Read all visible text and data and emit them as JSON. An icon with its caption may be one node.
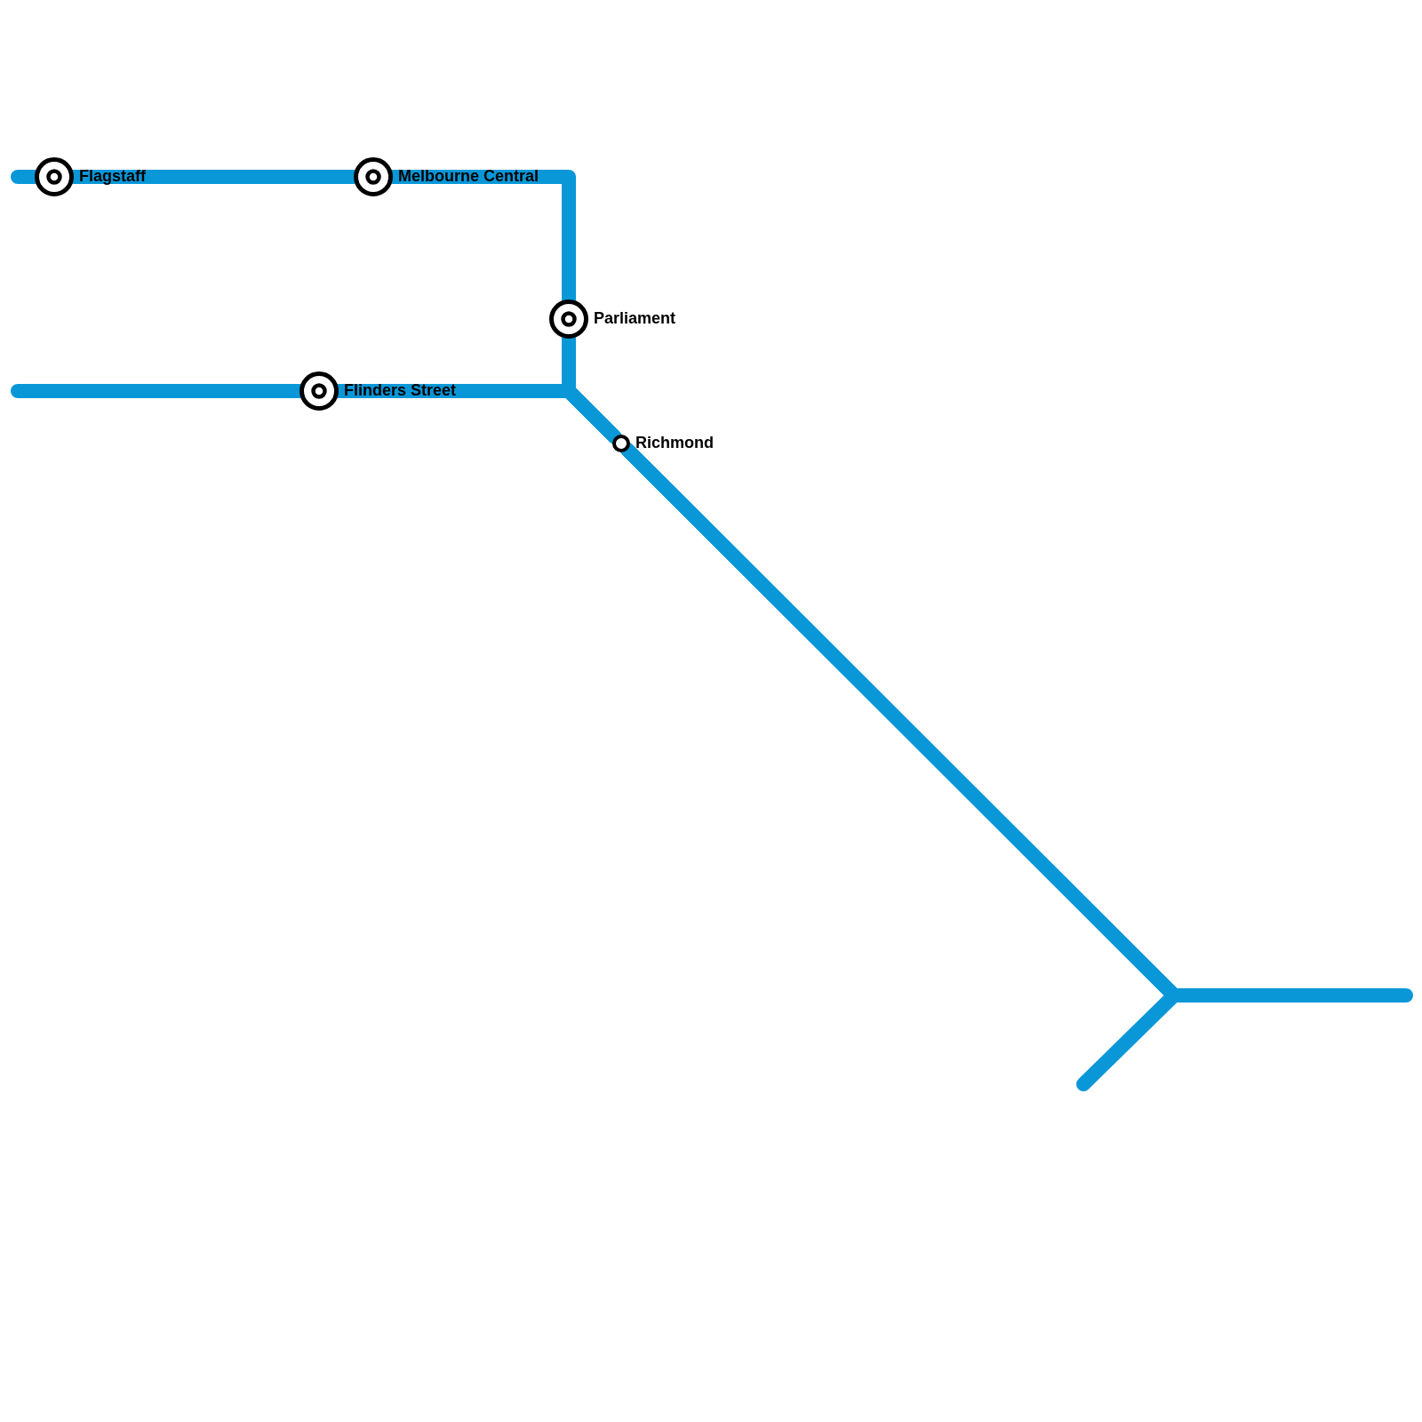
{
  "diagram": {
    "nodes": [
      {
        "text": [
          "Flagstaff"
        ]
      },
      {
        "text": [
          "Melbourne Central"
        ]
      },
      {
        "text": [
          "Parliament"
        ]
      },
      {
        "text": [
          "Flinders Street"
        ]
      },
      {
        "text": [
          "Richmond"
        ]
      }
    ],
    "edges": [
      {
        "from": null,
        "to": 0,
        "arrow": "none"
      },
      {
        "from": 0,
        "to": 1,
        "arrow": "none"
      },
      {
        "from": 1,
        "to": 2,
        "arrow": "none"
      },
      {
        "from": 2,
        "to": 4,
        "arrow": "none"
      },
      {
        "from": null,
        "to": 3,
        "arrow": "none"
      },
      {
        "from": 3,
        "to": 4,
        "arrow": "none"
      },
      {
        "from": 4,
        "to": null,
        "arrow": "none"
      },
      {
        "from": 4,
        "to": null,
        "arrow": "none"
      }
    ]
  }
}
